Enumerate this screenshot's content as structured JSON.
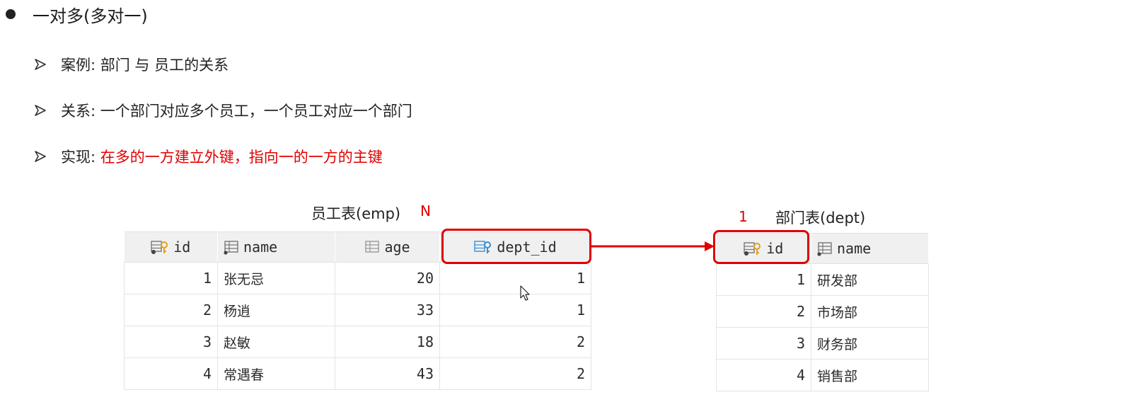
{
  "heading": "一对多(多对一)",
  "bullets": {
    "case": "案例: 部门 与 员工的关系",
    "relation": "关系: 一个部门对应多个员工，一个员工对应一个部门",
    "impl_prefix": "实现: ",
    "impl_highlight": "在多的一方建立外键，指向一的一方的主键"
  },
  "emp": {
    "caption": "员工表(emp)",
    "cardinality": "N",
    "columns": [
      "id",
      "name",
      "age",
      "dept_id"
    ],
    "rows": [
      {
        "id": "1",
        "name": "张无忌",
        "age": "20",
        "dept_id": "1"
      },
      {
        "id": "2",
        "name": "杨逍",
        "age": "33",
        "dept_id": "1"
      },
      {
        "id": "3",
        "name": "赵敏",
        "age": "18",
        "dept_id": "2"
      },
      {
        "id": "4",
        "name": "常遇春",
        "age": "43",
        "dept_id": "2"
      }
    ]
  },
  "dept": {
    "caption": "部门表(dept)",
    "cardinality": "1",
    "columns": [
      "id",
      "name"
    ],
    "rows": [
      {
        "id": "1",
        "name": "研发部"
      },
      {
        "id": "2",
        "name": "市场部"
      },
      {
        "id": "3",
        "name": "财务部"
      },
      {
        "id": "4",
        "name": "销售部"
      }
    ]
  },
  "colors": {
    "highlight": "#e00000",
    "key_icon": "#e0a020",
    "fk_icon": "#3a8fd0",
    "header_bg": "#f0f0f0"
  },
  "icons": {
    "primary_key": "key-column-icon",
    "foreign_key": "foreign-key-column-icon",
    "column": "table-column-icon"
  }
}
